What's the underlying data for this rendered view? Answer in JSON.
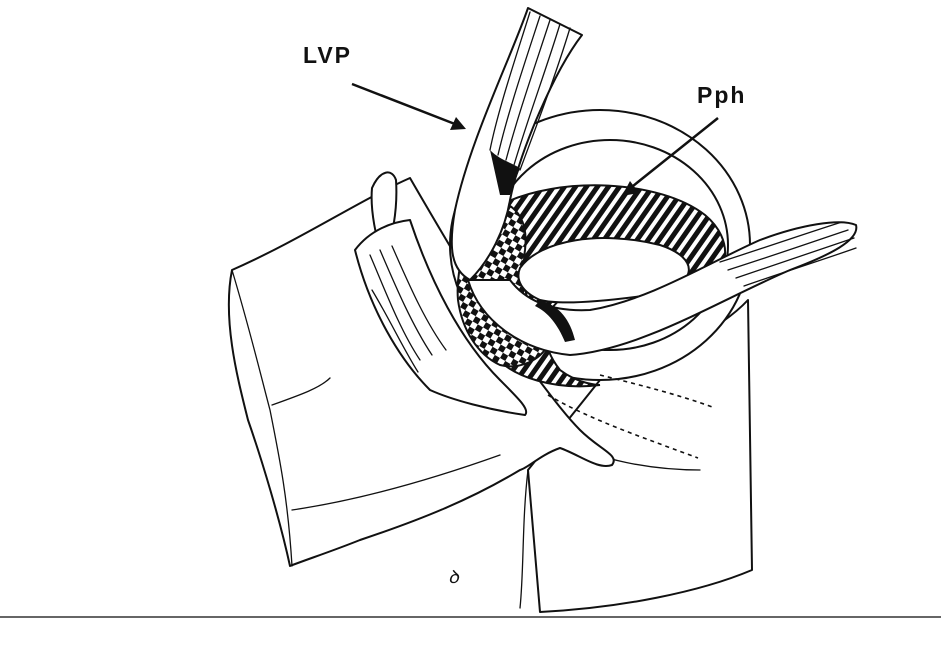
{
  "labels": {
    "lvp": "LVP",
    "pph": "Pph"
  },
  "signature": "ꝺ",
  "colors": {
    "ink": "#111111",
    "background": "#ffffff"
  }
}
